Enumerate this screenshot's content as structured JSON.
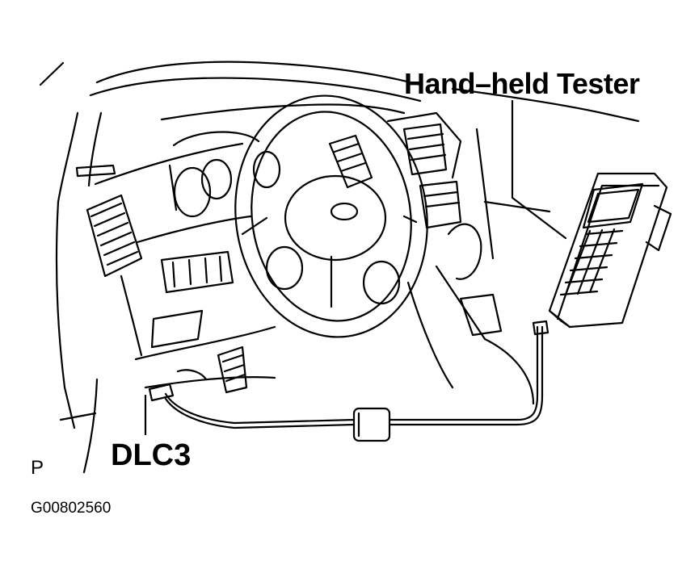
{
  "labels": {
    "tester": "Hand–held Tester",
    "connector": "DLC3",
    "view_mark": "P",
    "figure_code": "G00802560"
  }
}
